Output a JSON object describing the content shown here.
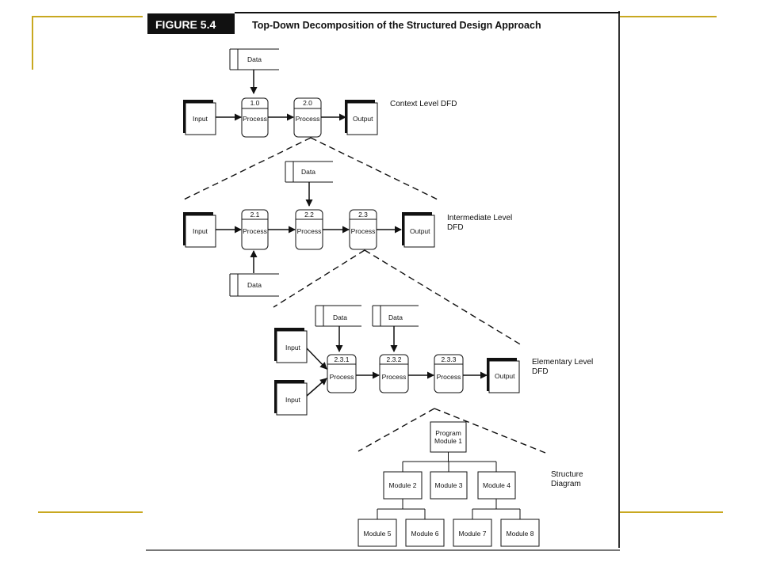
{
  "figure": {
    "number": "FIGURE 5.4",
    "title": "Top-Down Decomposition of the Structured Design Approach"
  },
  "captions": {
    "context": "Context Level DFD",
    "intermediate_1": "Intermediate Level",
    "intermediate_2": "DFD",
    "elementary_1": "Elementary Level",
    "elementary_2": "DFD",
    "structure_1": "Structure",
    "structure_2": "Diagram"
  },
  "labels": {
    "data": "Data",
    "input": "Input",
    "output": "Output",
    "process": "Process",
    "program_module_1a": "Program",
    "program_module_1b": "Module 1"
  },
  "process_ids": {
    "p1_0": "1.0",
    "p2_0": "2.0",
    "p2_1": "2.1",
    "p2_2": "2.2",
    "p2_3": "2.3",
    "p2_3_1": "2.3.1",
    "p2_3_2": "2.3.2",
    "p2_3_3": "2.3.3"
  },
  "modules": {
    "m2": "Module 2",
    "m3": "Module 3",
    "m4": "Module 4",
    "m5": "Module 5",
    "m6": "Module 6",
    "m7": "Module 7",
    "m8": "Module 8"
  },
  "colors": {
    "rule": "#c8a820",
    "ink": "#111111",
    "figure_tab": "#111111"
  }
}
